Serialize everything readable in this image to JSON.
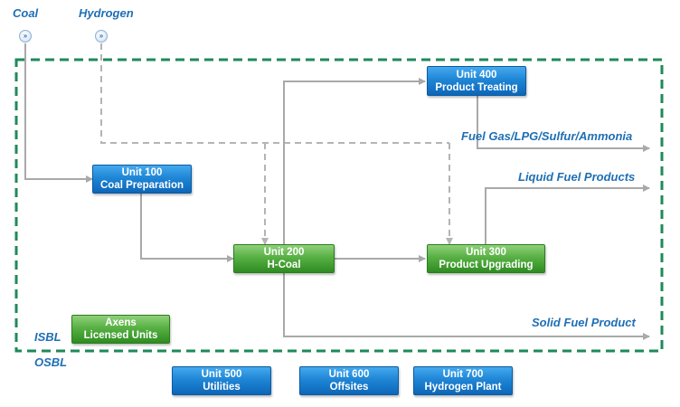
{
  "inputs": {
    "coal": "Coal",
    "hydrogen": "Hydrogen"
  },
  "boundaries": {
    "isbl": "ISBL",
    "osbl": "OSBL"
  },
  "units": {
    "u100": {
      "line1": "Unit 100",
      "line2": "Coal Preparation"
    },
    "u200": {
      "line1": "Unit 200",
      "line2": "H-Coal"
    },
    "u300": {
      "line1": "Unit 300",
      "line2": "Product Upgrading"
    },
    "u400": {
      "line1": "Unit 400",
      "line2": "Product Treating"
    },
    "u500": {
      "line1": "Unit 500",
      "line2": "Utilities"
    },
    "u600": {
      "line1": "Unit 600",
      "line2": "Offsites"
    },
    "u700": {
      "line1": "Unit 700",
      "line2": "Hydrogen Plant"
    }
  },
  "legend": {
    "line1": "Axens",
    "line2": "Licensed Units"
  },
  "outputs": {
    "fuel_gas": "Fuel Gas/LPG/Sulfur/Ammonia",
    "liquid_fuel": "Liquid Fuel Products",
    "solid_fuel": "Solid Fuel Product"
  },
  "colors": {
    "isbl_border": "#1e8a5a",
    "label_text": "#1f6fb5",
    "arrow_solid": "#a9a9a9",
    "arrow_dashed": "#b4b4b4",
    "unit_blue": "#1f86d6",
    "unit_green": "#57b043"
  },
  "icons": {
    "source": "double-chevron-down-icon"
  }
}
